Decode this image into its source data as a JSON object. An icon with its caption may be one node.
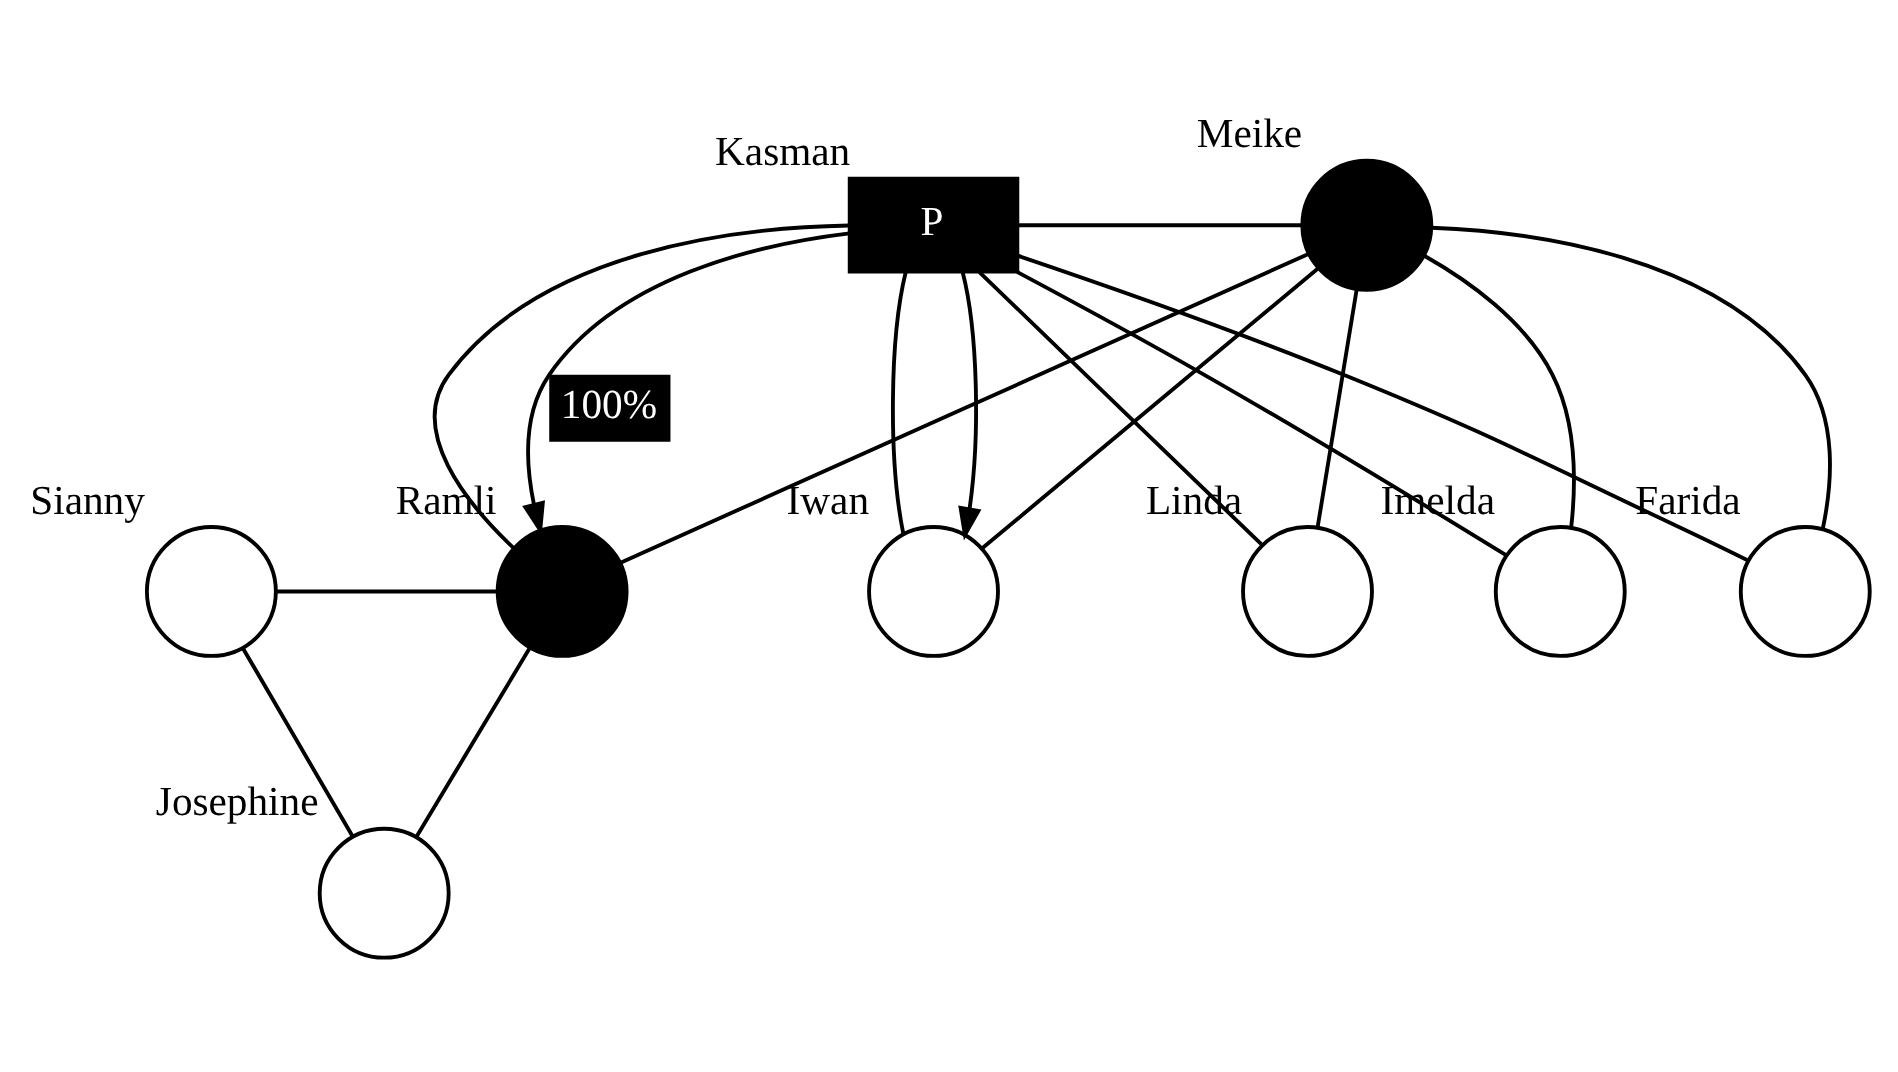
{
  "diagram": {
    "nodes": [
      {
        "text": [
          "P"
        ],
        "beside": [
          "Kasman"
        ]
      },
      {
        "text": [],
        "shape": "circle",
        "beside": [
          "Meike"
        ]
      },
      {
        "text": [],
        "shape": "circle",
        "beside": [
          "Sianny"
        ]
      },
      {
        "text": [],
        "shape": "circle",
        "beside": [
          "Ramli"
        ]
      },
      {
        "text": [],
        "shape": "circle",
        "beside": [
          "Iwan"
        ]
      },
      {
        "text": [],
        "shape": "circle",
        "beside": [
          "Linda"
        ]
      },
      {
        "text": [],
        "shape": "circle",
        "beside": [
          "Imelda"
        ]
      },
      {
        "text": [],
        "shape": "circle",
        "beside": [
          "Farida"
        ]
      },
      {
        "text": [],
        "shape": "circle",
        "beside": [
          "Josephine"
        ]
      }
    ],
    "edges": [
      {
        "from": 0,
        "to": 1,
        "arrow": "none"
      },
      {
        "from": 0,
        "to": 3,
        "arrow": "none"
      },
      {
        "from": 1,
        "to": 3,
        "arrow": "none"
      },
      {
        "from": 0,
        "to": 4,
        "arrow": "none"
      },
      {
        "from": 1,
        "to": 4,
        "arrow": "none"
      },
      {
        "from": 0,
        "to": 5,
        "arrow": "none"
      },
      {
        "from": 1,
        "to": 5,
        "arrow": "none"
      },
      {
        "from": 0,
        "to": 6,
        "arrow": "none"
      },
      {
        "from": 1,
        "to": 6,
        "arrow": "none"
      },
      {
        "from": 0,
        "to": 7,
        "arrow": "none"
      },
      {
        "from": 1,
        "to": 7,
        "arrow": "none"
      },
      {
        "from": 0,
        "to": 3,
        "arrow": "to",
        "label": "100%"
      },
      {
        "from": 0,
        "to": 4,
        "arrow": "to"
      },
      {
        "from": 2,
        "to": 3,
        "arrow": "none"
      },
      {
        "from": 2,
        "to": 8,
        "arrow": "none"
      },
      {
        "from": 3,
        "to": 8,
        "arrow": "none"
      }
    ]
  }
}
